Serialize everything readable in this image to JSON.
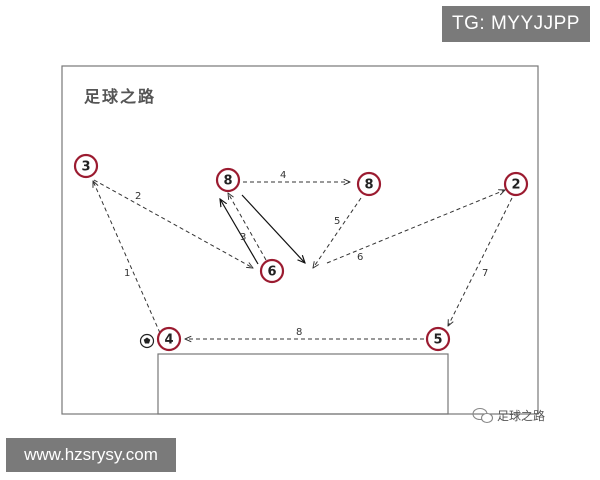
{
  "header": {
    "tg_text": "TG: MYYJJPP"
  },
  "footer": {
    "url_text": "www.hzsrysy.com"
  },
  "diagram": {
    "title": "足球之路",
    "watermark": "足球之路",
    "players": [
      "3",
      "8",
      "8",
      "2",
      "6",
      "4",
      "5"
    ],
    "pass_labels": [
      "2",
      "4",
      "3",
      "5",
      "6",
      "1",
      "7",
      "8"
    ],
    "colors": {
      "ring": "#9b1b30",
      "line": "#333333",
      "field": "#ffffff",
      "border": "#777777"
    }
  }
}
